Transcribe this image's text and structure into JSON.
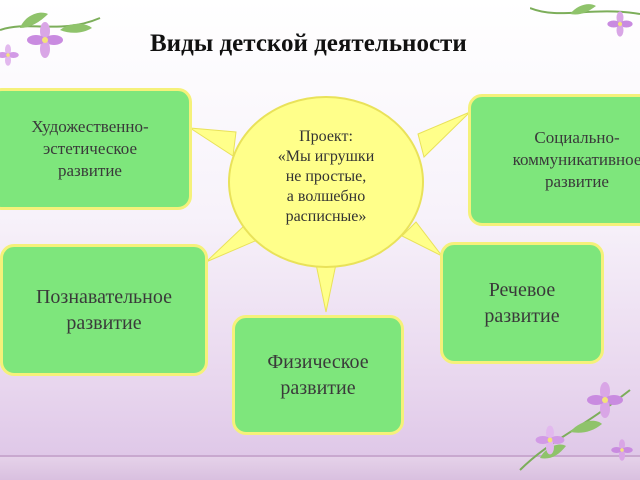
{
  "title": "Виды детской деятельности",
  "center": "Проект:\n«Мы игрушки\nне простые,\n а волшебно\nрасписные»",
  "boxes": {
    "artistic": "Художественно-\nэстетическое\nразвитие",
    "social": "Социально-\nкоммуникативное\nразвитие",
    "cognitive": "Познавательное\nразвитие",
    "speech": "Речевое\nразвитие",
    "physical": "Физическое\nразвитие"
  },
  "colors": {
    "box_fill": "#7ee67c",
    "box_border": "#f5f17a",
    "center_fill": "#ffff8a",
    "ray_fill": "#ffff8a"
  }
}
